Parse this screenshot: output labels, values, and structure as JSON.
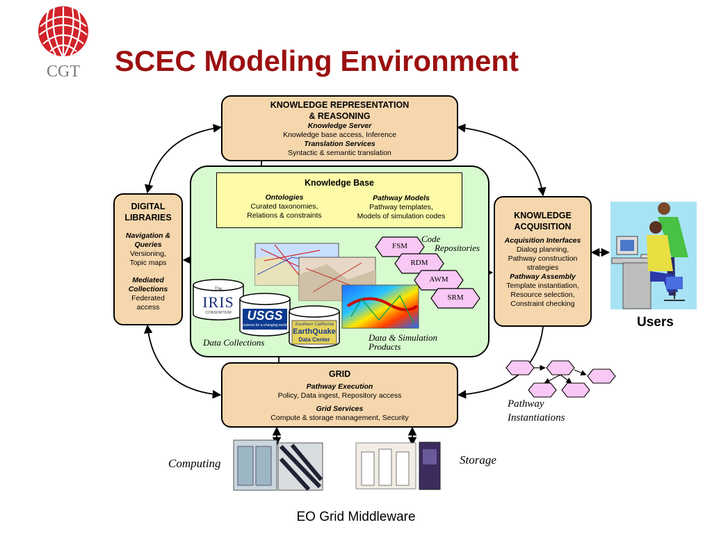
{
  "logo": {
    "text": "CGT",
    "colors": {
      "red": "#d2232a",
      "gray": "#7a7a7a"
    }
  },
  "title": "SCEC Modeling Environment",
  "footer": "EO Grid Middleware",
  "colors": {
    "title": "#9b1010",
    "tan_box": "#f6d7ad",
    "green_area": "#d7fbcf",
    "yellow_box": "#fdfaa8",
    "hexagon": "#f9c8f4"
  },
  "krr": {
    "title_line1": "KNOWLEDGE REPRESENTATION",
    "title_line2": "& REASONING",
    "sub1": "Knowledge Server",
    "text1": "Knowledge base access, Inference",
    "sub2": "Translation Services",
    "text2": "Syntactic & semantic translation"
  },
  "knowledge_base": {
    "title": "Knowledge Base",
    "ontologies": "Ontologies",
    "ont_line1": "Curated taxonomies,",
    "ont_line2": "Relations & constraints",
    "pathway_models": "Pathway Models",
    "pm_line1": "Pathway templates,",
    "pm_line2": "Models of simulation codes"
  },
  "digital_libraries": {
    "title_line1": "DIGITAL",
    "title_line2": "LIBRARIES",
    "sub1_line1": "Navigation &",
    "sub1_line2": "Queries",
    "text1_line1": "Versioning,",
    "text1_line2": "Topic maps",
    "sub2_line1": "Mediated",
    "sub2_line2": "Collections",
    "text2_line1": "Federated",
    "text2_line2": "access"
  },
  "knowledge_acquisition": {
    "title_line1": "KNOWLEDGE",
    "title_line2": "ACQUISITION",
    "sub1": "Acquisition Interfaces",
    "text1_line1": "Dialog planning,",
    "text1_line2": "Pathway construction",
    "text1_line3": "strategies",
    "sub2": "Pathway Assembly",
    "text2_line1": "Template instantiation,",
    "text2_line2": "Resource selection,",
    "text2_line3": "Constraint checking"
  },
  "grid": {
    "title": "GRID",
    "sub1": "Pathway Execution",
    "text1": "Policy, Data ingest, Repository access",
    "sub2": "Grid Services",
    "text2": "Compute & storage management, Security"
  },
  "code_repositories": {
    "label_line1": "Code",
    "label_line2": "Repositories",
    "items": [
      "FSM",
      "RDM",
      "AWM",
      "SRM"
    ]
  },
  "data_collections": {
    "label": "Data Collections",
    "iris_small": "The",
    "iris": "IRIS",
    "iris_sub": "CONSORTIUM",
    "usgs": "USGS",
    "usgs_sub": "science for a changing world",
    "scedc_line1": "Southern California",
    "scedc_line2": "EarthQuake",
    "scedc_line3": "Data Center"
  },
  "data_products": {
    "label_line1": "Data & Simulation",
    "label_line2": "Products"
  },
  "users": {
    "label": "Users"
  },
  "pathway_instantiations": {
    "label_line1": "Pathway",
    "label_line2": "Instantiations"
  },
  "computing": {
    "label": "Computing"
  },
  "storage": {
    "label": "Storage"
  }
}
